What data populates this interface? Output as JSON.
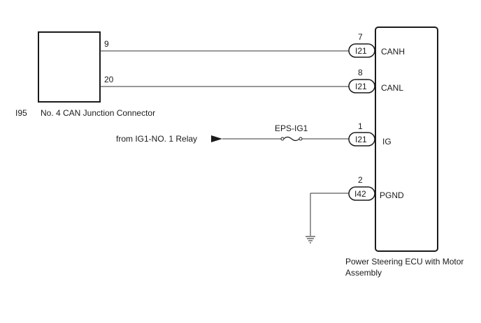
{
  "junction_connector": {
    "id": "I95",
    "name": "No. 4 CAN Junction Connector",
    "pins": [
      "9",
      "20"
    ]
  },
  "ecu": {
    "name_line1": "Power Steering ECU with Motor",
    "name_line2": "Assembly",
    "terminals": [
      {
        "pin": "7",
        "connector": "I21",
        "signal": "CANH"
      },
      {
        "pin": "8",
        "connector": "I21",
        "signal": "CANL"
      },
      {
        "pin": "1",
        "connector": "I21",
        "signal": "IG"
      },
      {
        "pin": "2",
        "connector": "I42",
        "signal": "PGND"
      }
    ]
  },
  "fuse": {
    "label": "EPS-IG1"
  },
  "source": {
    "label": "from IG1-NO. 1 Relay"
  },
  "icons": [
    "arrow-right-icon",
    "fuse-icon",
    "ground-icon"
  ]
}
